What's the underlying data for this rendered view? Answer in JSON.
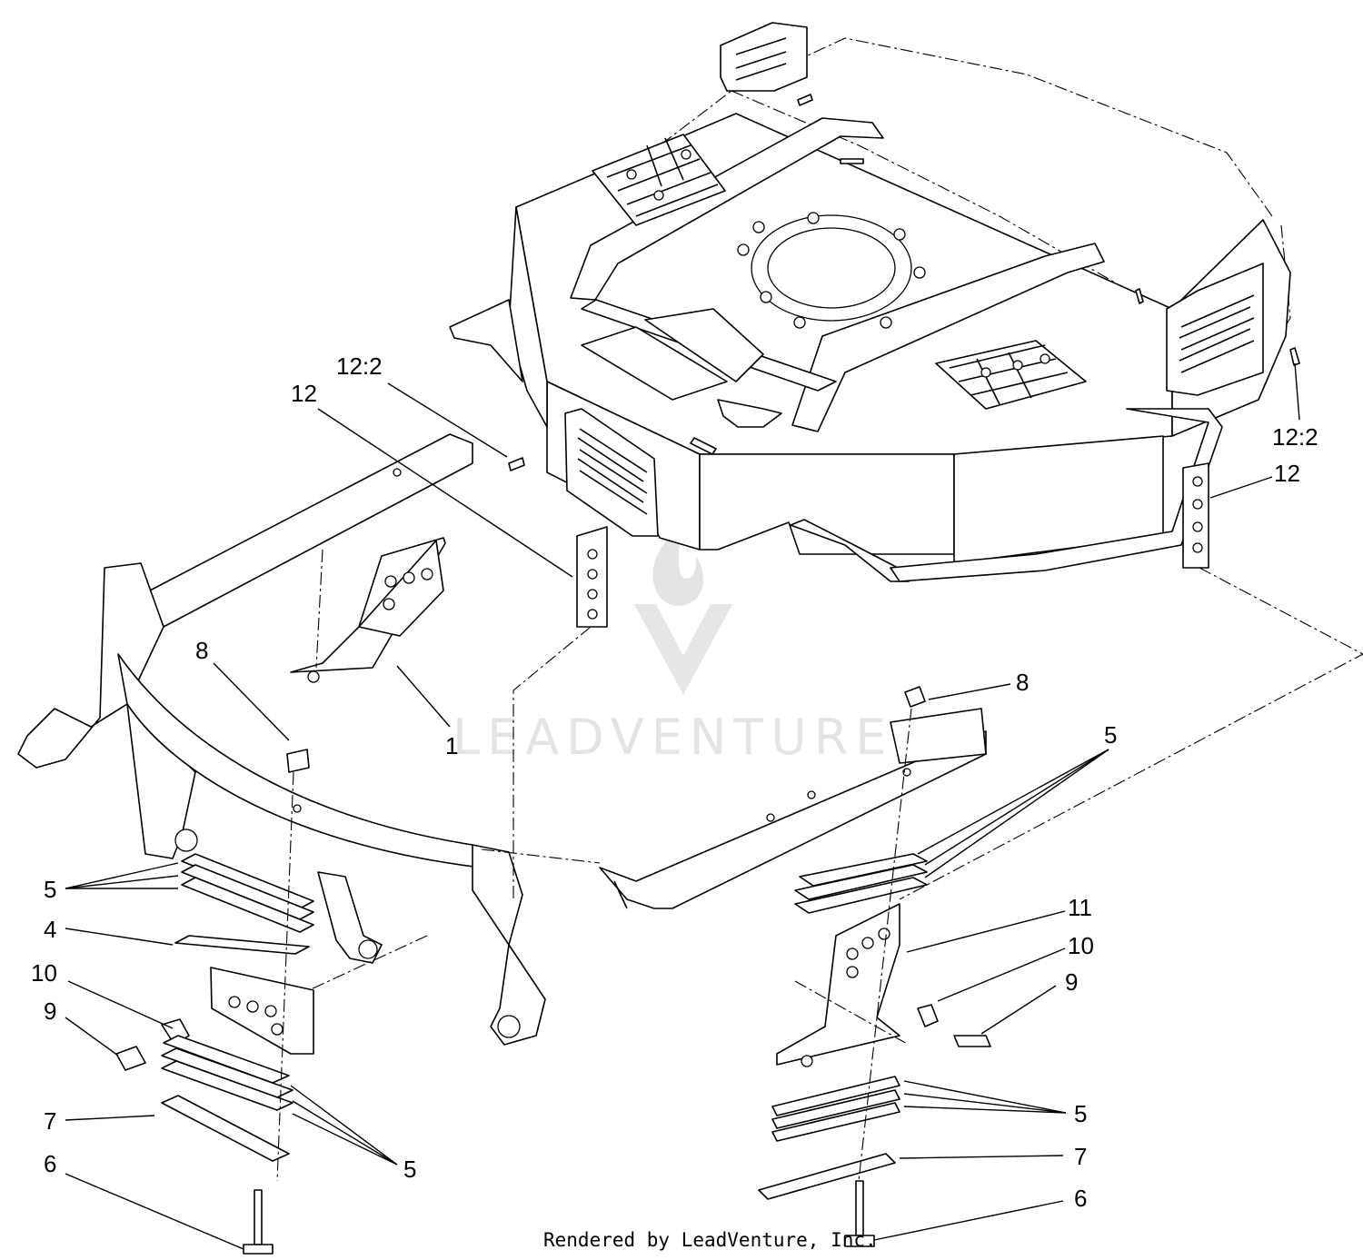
{
  "callouts": [
    {
      "id": "c-12-2-left",
      "text": "12:2"
    },
    {
      "id": "c-12-left",
      "text": "12"
    },
    {
      "id": "c-12-2-right",
      "text": "12:2"
    },
    {
      "id": "c-12-right",
      "text": "12"
    },
    {
      "id": "c-8-left",
      "text": "8"
    },
    {
      "id": "c-1",
      "text": "1"
    },
    {
      "id": "c-8-right",
      "text": "8"
    },
    {
      "id": "c-5-upper-right",
      "text": "5"
    },
    {
      "id": "c-11",
      "text": "11"
    },
    {
      "id": "c-10-right",
      "text": "10"
    },
    {
      "id": "c-9-right",
      "text": "9"
    },
    {
      "id": "c-5-lower-right",
      "text": "5"
    },
    {
      "id": "c-7-right",
      "text": "7"
    },
    {
      "id": "c-6-right",
      "text": "6"
    },
    {
      "id": "c-5-upper-left",
      "text": "5"
    },
    {
      "id": "c-4",
      "text": "4"
    },
    {
      "id": "c-10-left",
      "text": "10"
    },
    {
      "id": "c-9-left",
      "text": "9"
    },
    {
      "id": "c-7-left",
      "text": "7"
    },
    {
      "id": "c-5-lower-left",
      "text": "5"
    },
    {
      "id": "c-6-left",
      "text": "6"
    }
  ],
  "watermark": "LEADVENTURE",
  "footer": "Rendered by LeadVenture, Inc."
}
